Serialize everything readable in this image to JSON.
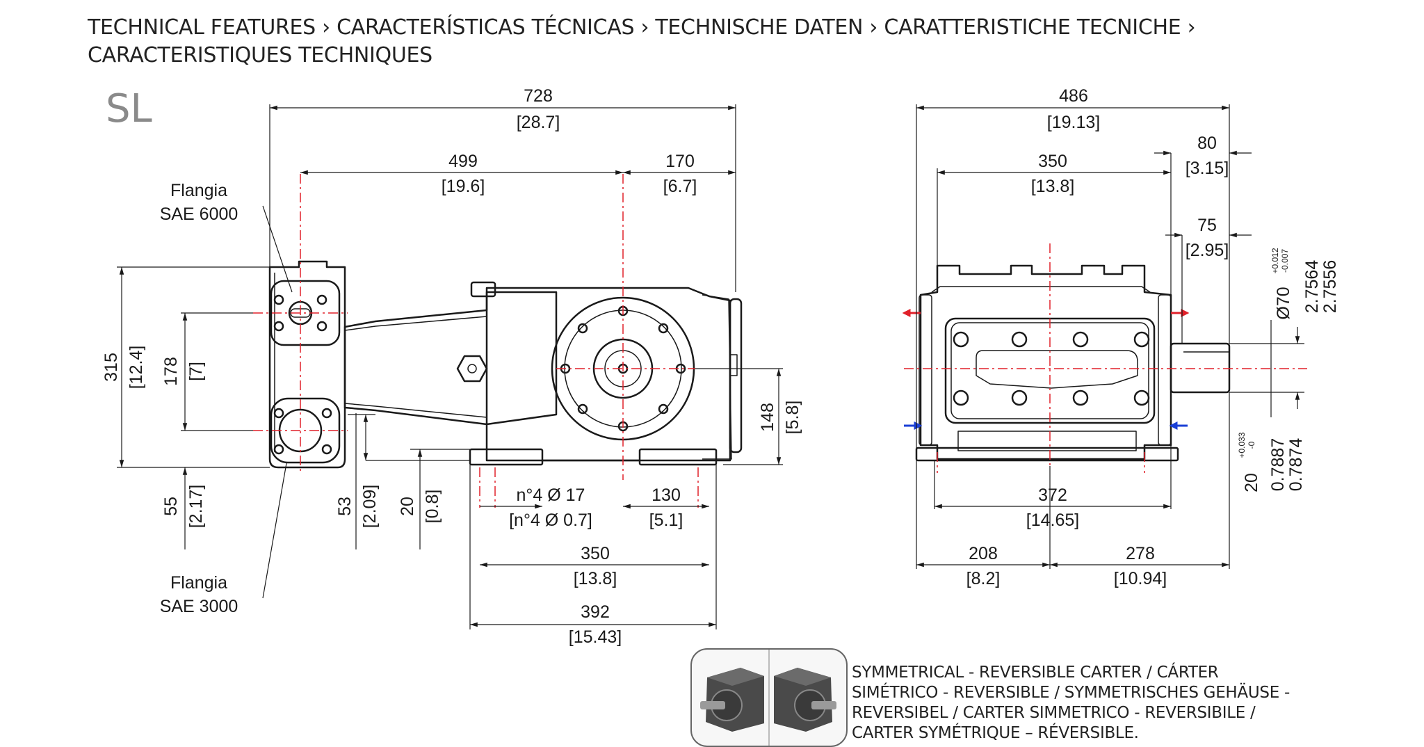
{
  "header": {
    "line1": "TECHNICAL FEATURES › CARACTERÍSTICAS TÉCNICAS › TECHNISCHE DATEN ›  CARATTERISTICHE TECNICHE ›",
    "line2": "CARACTERISTIQUES TECHNIQUES"
  },
  "model": "SL",
  "side_view": {
    "flange_top": [
      "Flangia",
      "SAE 6000"
    ],
    "flange_bottom": [
      "Flangia",
      "SAE 3000"
    ],
    "dims": {
      "total_length": [
        "728",
        "[28.7]"
      ],
      "left_length": [
        "499",
        "[19.6]"
      ],
      "right_length": [
        "170",
        "[6.7]"
      ],
      "height": [
        "315",
        "[12.4]"
      ],
      "flange_height": [
        "178",
        "[7]"
      ],
      "bottom_55": [
        "55",
        "[2.17]"
      ],
      "bottom_53": [
        "53",
        "[2.09]"
      ],
      "bottom_20": [
        "20",
        "[0.8]"
      ],
      "holes": [
        "n°4 Ø 17",
        "[n°4 Ø 0.7]"
      ],
      "foot_130": [
        "130",
        "[5.1]"
      ],
      "foot_350": [
        "350",
        "[13.8]"
      ],
      "foot_392": [
        "392",
        "[15.43]"
      ],
      "shaft_height": [
        "148",
        "[5.8]"
      ]
    }
  },
  "front_view": {
    "dims": {
      "total_width": [
        "486",
        "[19.13]"
      ],
      "inner_width": [
        "350",
        "[13.8]"
      ],
      "shaft_80": [
        "80",
        "[3.15]"
      ],
      "shaft_75": [
        "75",
        "[2.95]"
      ],
      "base_372": [
        "372",
        "[14.65]"
      ],
      "left_208": [
        "208",
        "[8.2]"
      ],
      "right_278": [
        "278",
        "[10.94]"
      ]
    },
    "shaft_dia": {
      "label": "Ø70",
      "tol_plus": "+0.012",
      "tol_minus": "-0.007",
      "inch_a": "2.7564",
      "inch_b": "2.7556"
    },
    "key": {
      "label": "20",
      "tol_plus": "+0.033",
      "tol_minus": "-0",
      "inch_a": "0.7887",
      "inch_b": "0.7874"
    }
  },
  "note": [
    "SYMMETRICAL - REVERSIBLE CARTER / CÁRTER",
    "SIMÉTRICO - REVERSIBLE / SYMMETRISCHES GEHÄUSE -",
    "REVERSIBEL / CARTER SIMMETRICO - REVERSIBILE /",
    "CARTER SYMÉTRIQUE – RÉVERSIBLE."
  ],
  "colors": {
    "centerline": "#e0202a",
    "outlet_arrow": "#e0202a",
    "inlet_arrow": "#1a3fd6",
    "line": "#1a1a1a",
    "title_gray": "#8a8a8a"
  }
}
